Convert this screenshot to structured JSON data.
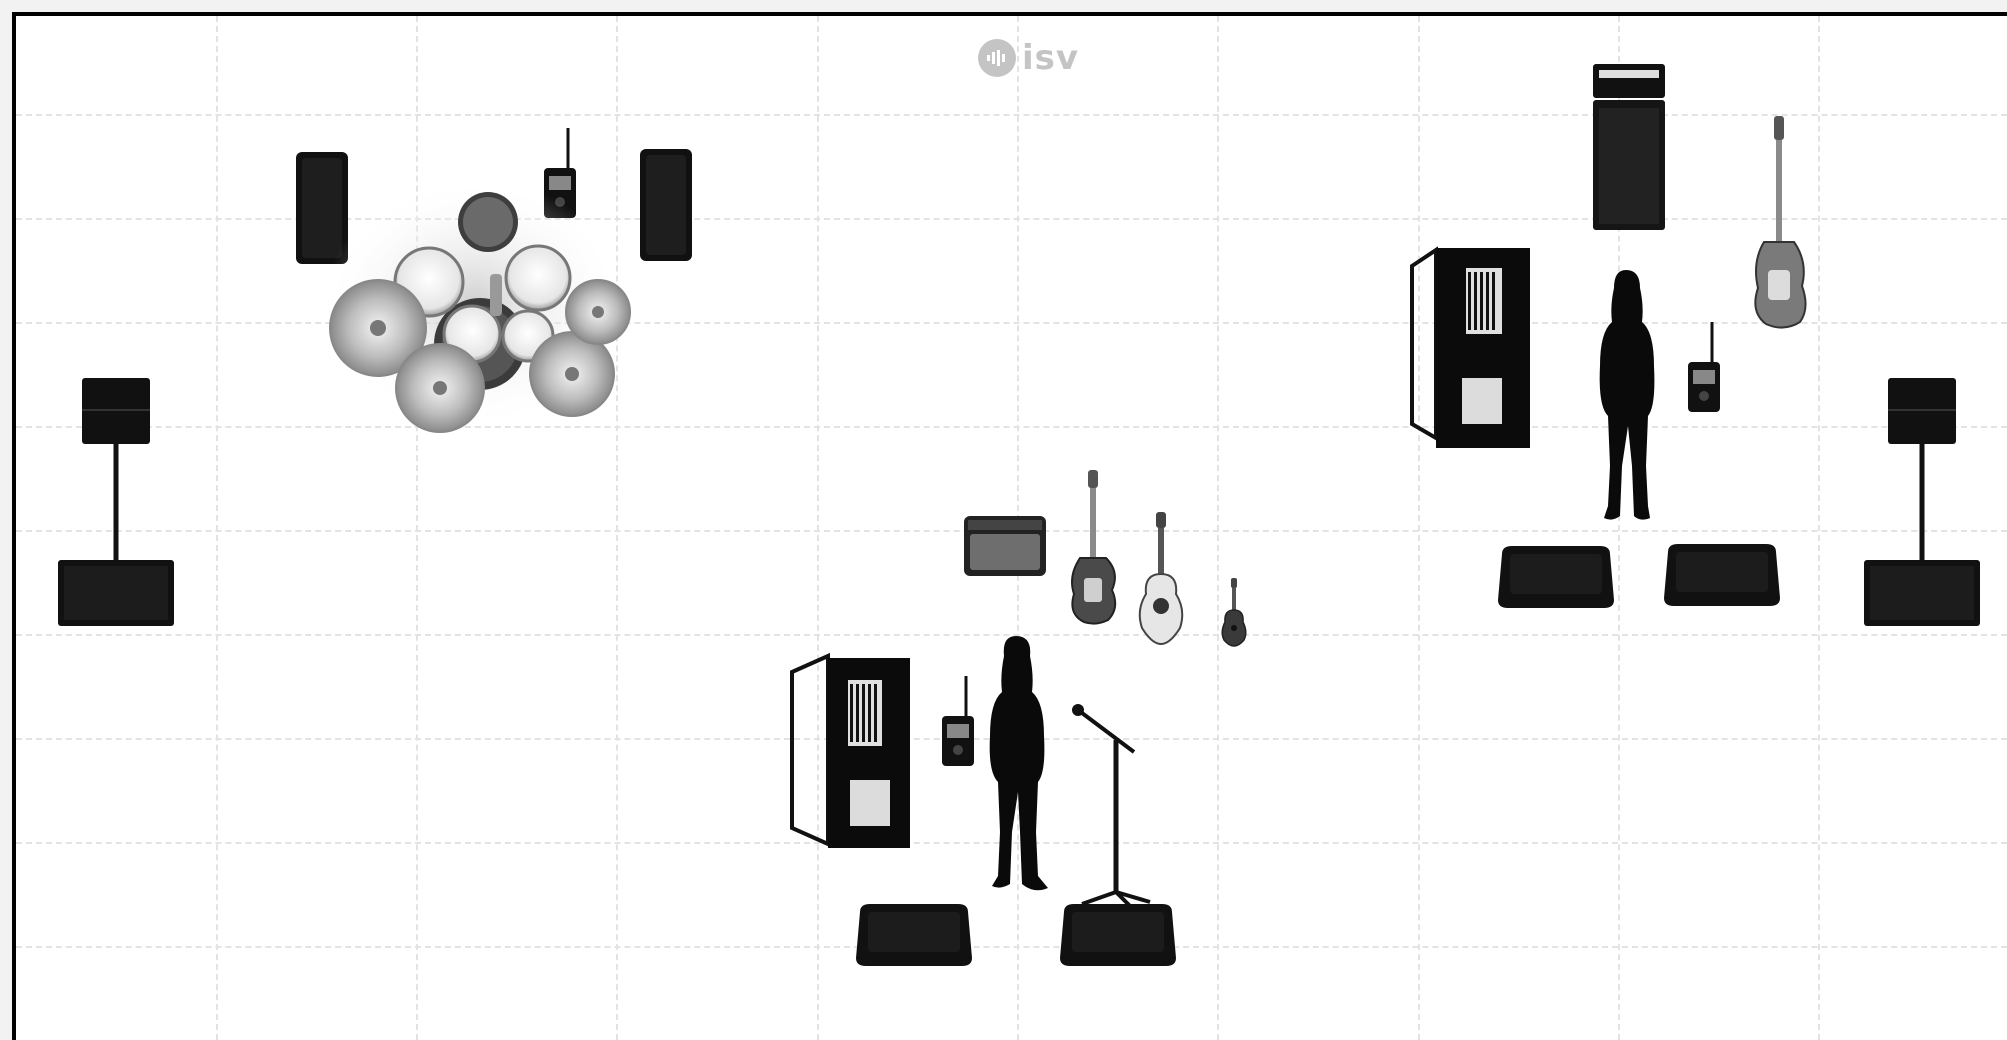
{
  "logo": {
    "brand_text": "isv",
    "icon": "sound-wave-icon",
    "color": "#c4c4c4"
  },
  "stage": {
    "background": "#ffffff",
    "border_color": "#000000",
    "grid_color": "#e3e3e3"
  },
  "equipment": [
    "drum-kit",
    "drum-side-speaker-left",
    "drum-side-speaker-right",
    "in-ear-receiver-drums",
    "pa-stack-left",
    "pa-stack-right",
    "bass-amp-stack",
    "bass-guitar",
    "keyboard-table-right",
    "performer-silhouette-right",
    "in-ear-receiver-right",
    "monitor-wedge-right-1",
    "monitor-wedge-right-2",
    "guitar-combo-amp",
    "electric-guitar",
    "acoustic-guitar",
    "ukulele",
    "keyboard-table-center",
    "in-ear-receiver-center",
    "performer-silhouette-center",
    "microphone-stand",
    "monitor-wedge-center-1",
    "monitor-wedge-center-2"
  ]
}
